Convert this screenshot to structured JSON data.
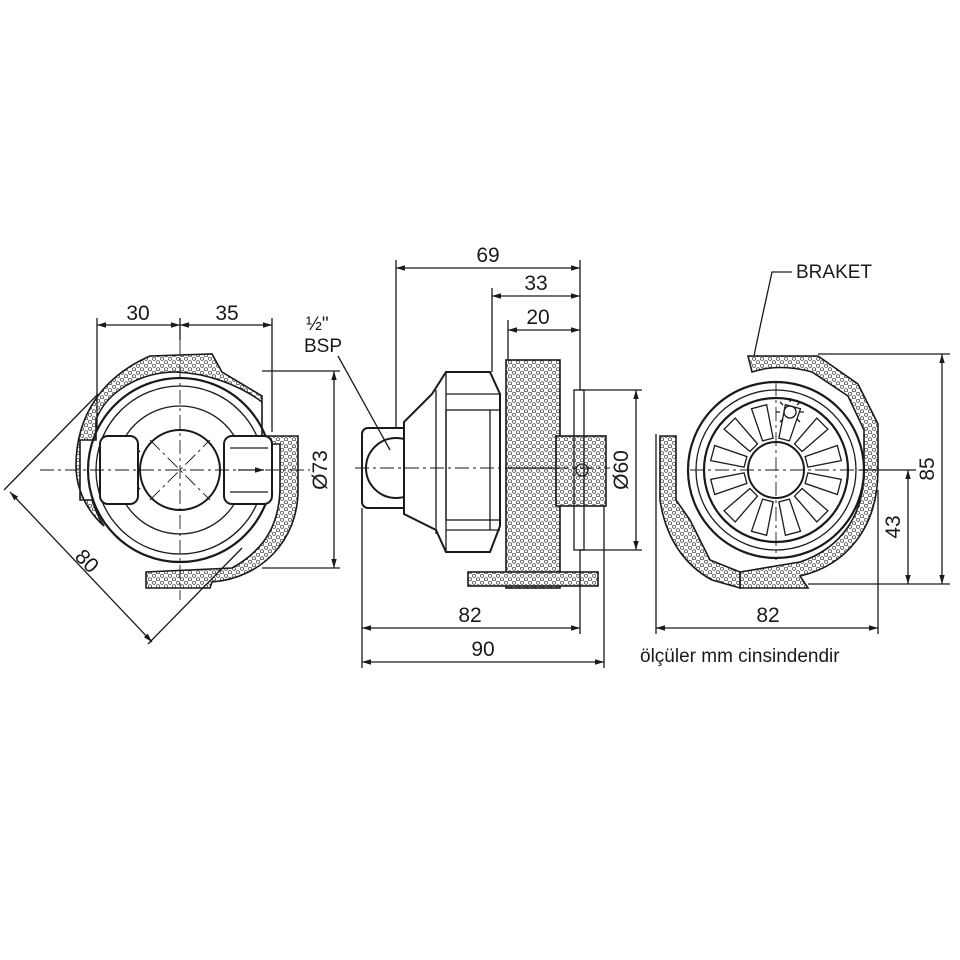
{
  "labels": {
    "bsp_fraction": "½\"",
    "bsp": "BSP",
    "braket": "BRAKET",
    "units_note": "ölçüler mm cinsindendir"
  },
  "dimensions": {
    "front_left_30": "30",
    "front_right_35": "35",
    "front_diameter": "Ø73",
    "front_diagonal": "80",
    "side_top": "69",
    "side_33": "33",
    "side_20": "20",
    "side_diameter": "Ø60",
    "side_82": "82",
    "side_90": "90",
    "rear_82": "82",
    "rear_43": "43",
    "rear_85": "85"
  }
}
